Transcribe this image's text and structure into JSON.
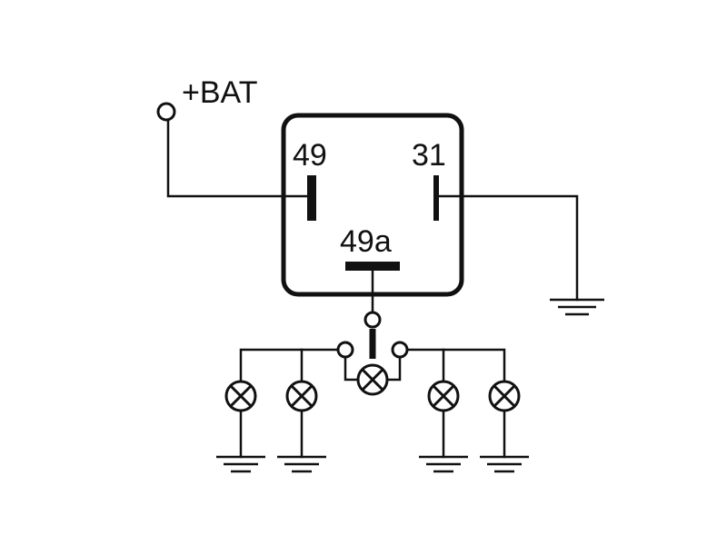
{
  "diagram": {
    "labels": {
      "battery": "+BAT",
      "pin_49": "49",
      "pin_31": "31",
      "pin_49a": "49a"
    },
    "components": {
      "relay": "flasher-relay",
      "lamps": 5,
      "grounds": 5,
      "switch": "turn-signal-switch"
    },
    "colors": {
      "stroke": "#111111",
      "background": "#ffffff"
    }
  }
}
